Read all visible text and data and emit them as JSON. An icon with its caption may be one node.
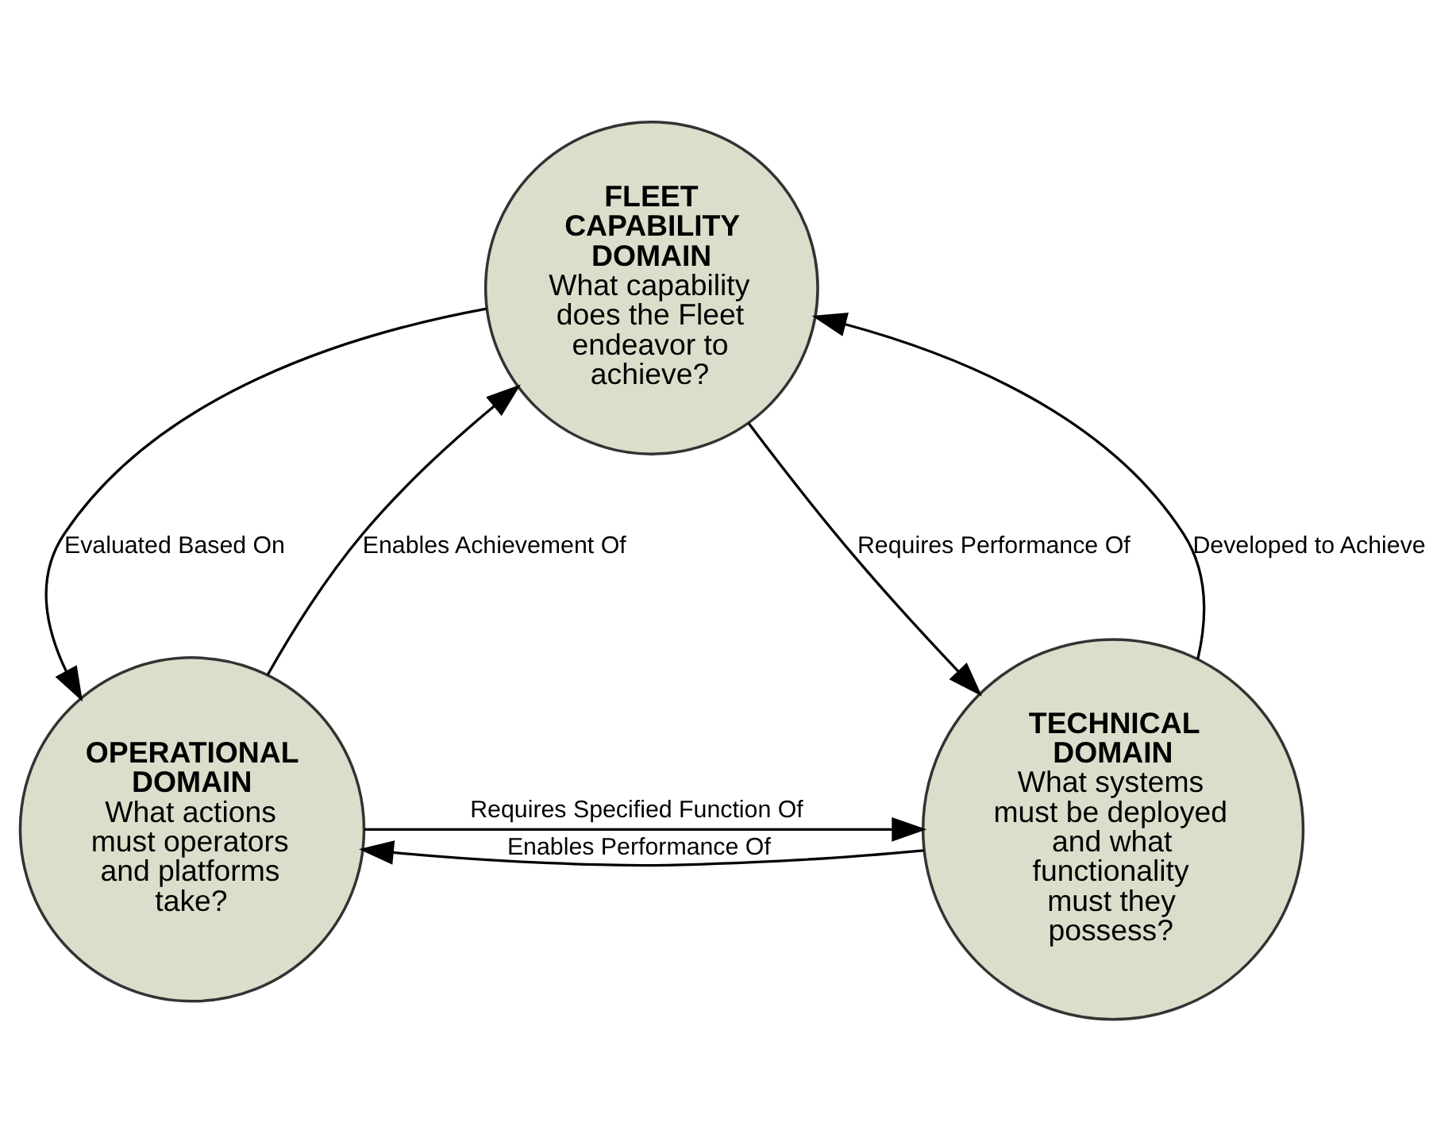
{
  "diagram": {
    "nodes": [
      {
        "text": [
          "FLEET CAPABILITY DOMAIN",
          "What capability does the Fleet endeavor to achieve?"
        ]
      },
      {
        "text": [
          "OPERATIONAL DOMAIN",
          "What actions must operators and platforms take?"
        ]
      },
      {
        "text": [
          "TECHNICAL DOMAIN",
          "What systems must be deployed and what functionality must they possess?"
        ]
      }
    ],
    "edges": [
      {
        "from": 1,
        "to": 0,
        "arrow": "to",
        "label": "Enables Achievement Of"
      },
      {
        "from": 0,
        "to": 1,
        "arrow": "to",
        "label": "Evaluated Based On"
      },
      {
        "from": 0,
        "to": 2,
        "arrow": "to",
        "label": "Requires Performance Of"
      },
      {
        "from": 2,
        "to": 0,
        "arrow": "to",
        "label": "Developed to Achieve"
      },
      {
        "from": 1,
        "to": 2,
        "arrow": "to",
        "label": "Requires Specified Function Of"
      },
      {
        "from": 2,
        "to": 1,
        "arrow": "to",
        "label": "Enables Performance Of"
      }
    ]
  }
}
